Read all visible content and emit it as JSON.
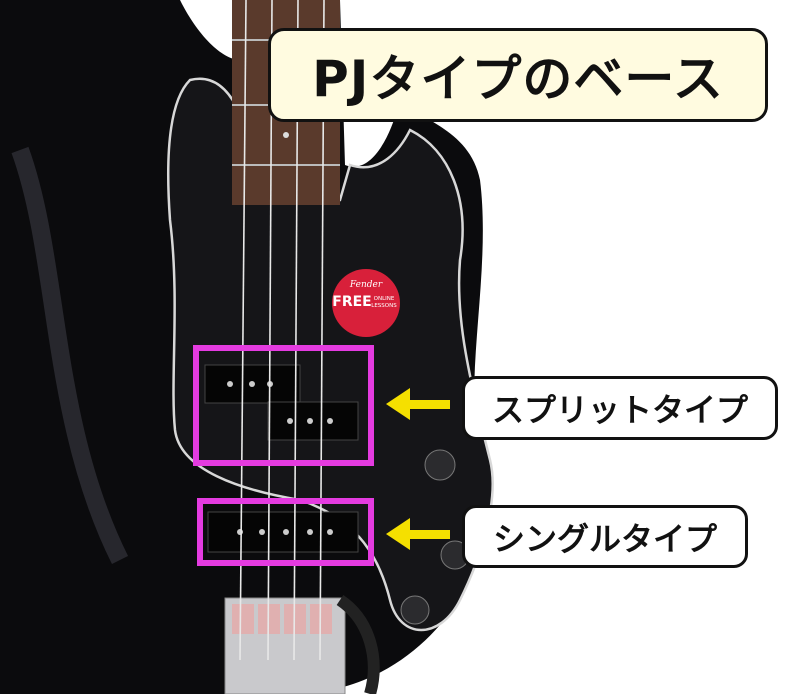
{
  "title": "PJタイプのベース",
  "labels": {
    "split": "スプリットタイプ",
    "single": "シングルタイプ"
  },
  "sticker": {
    "brand": "Fender",
    "headline": "FREE",
    "subline": "ONLINE LESSONS"
  },
  "colors": {
    "highlight": "#e43be0",
    "arrow": "#f5e000",
    "title_bg": "#fffbe0"
  }
}
